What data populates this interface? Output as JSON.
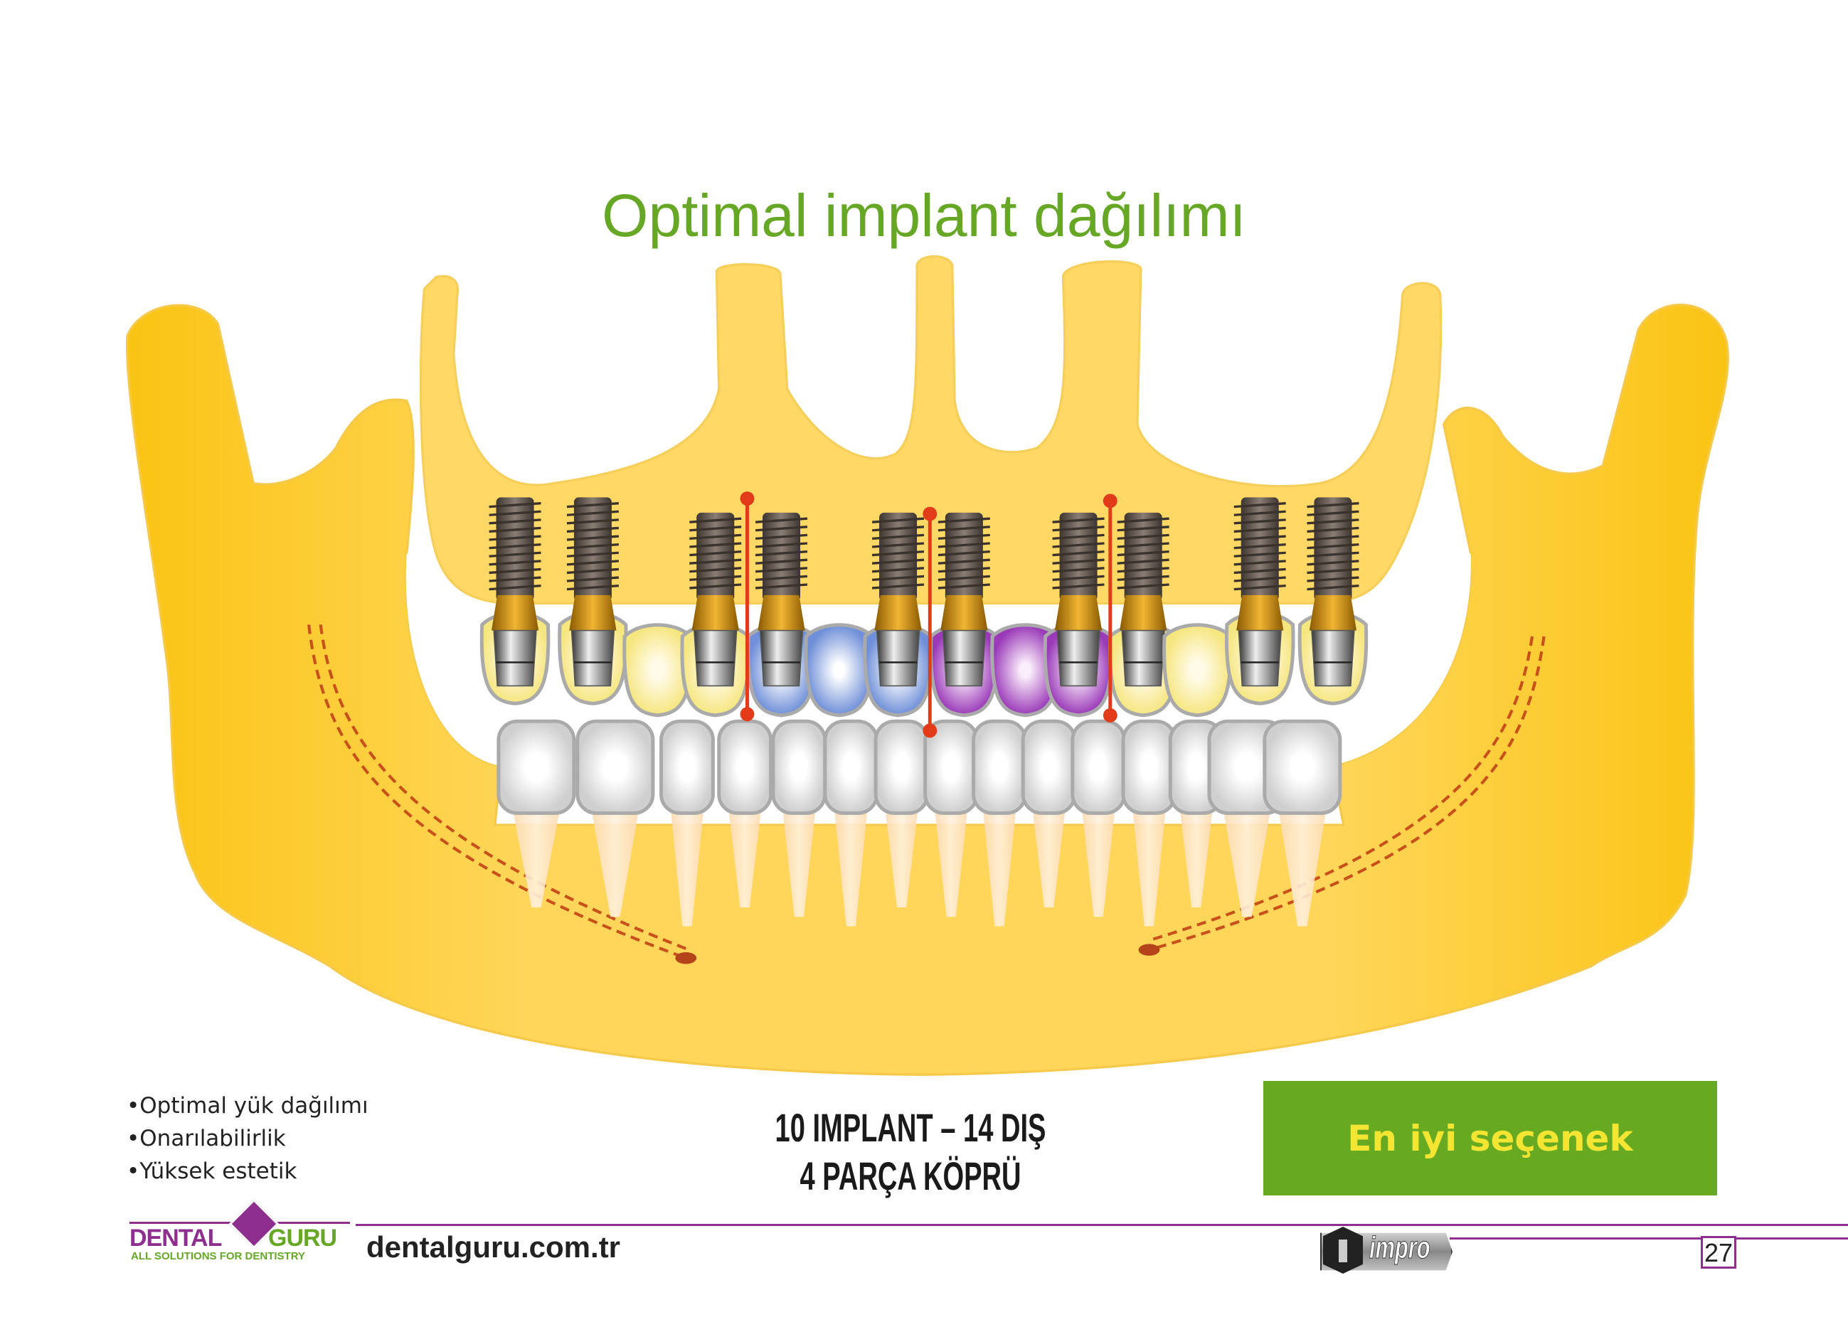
{
  "title": "Optimal implant dağılımı",
  "bullets": [
    "•Optimal yük dağılımı",
    "•Onarılabilirlik",
    "•Yüksek estetik"
  ],
  "summary": {
    "line1": "10 IMPLANT – 14 DIŞ",
    "line2": "4 PARÇA KÖPRÜ"
  },
  "best_option": "En iyi seçenek",
  "footer": {
    "logo_left": {
      "word1": "DENTAL",
      "word2": "GURU",
      "tagline": "ALL SOLUTIONS FOR DENTISTRY"
    },
    "website": "dentalguru.com.tr",
    "logo_right": "impro",
    "page_number": "27"
  },
  "colors": {
    "accent_green": "#67AA22",
    "title_green": "#67A726",
    "highlight_yellow": "#F4E533",
    "brand_purple": "#8E2E8E",
    "jaw_yellow": "#FCC419",
    "arch_yellow": "#FFD866",
    "bridge_split_red": "#E23B1A"
  },
  "diagram": {
    "upper_units": [
      "implant-yellow",
      "implant-yellow",
      "pontic-yellow",
      "implant-yellow",
      "implant-blue",
      "pontic-blue",
      "implant-blue",
      "implant-purple",
      "pontic-purple",
      "implant-purple",
      "implant-yellow",
      "pontic-yellow",
      "implant-yellow",
      "implant-yellow"
    ]
  }
}
